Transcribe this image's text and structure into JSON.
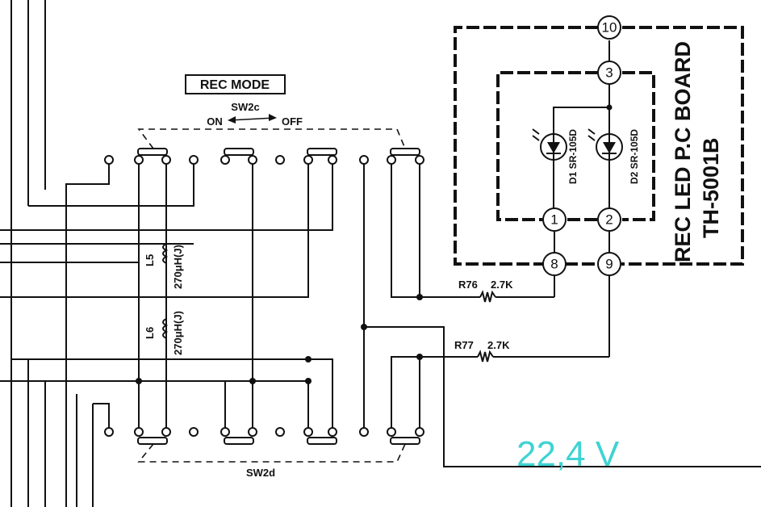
{
  "rec_mode": "REC MODE",
  "sw2c": {
    "name": "SW2c",
    "on": "ON",
    "off": "OFF"
  },
  "sw2d": "SW2d",
  "l5": {
    "ref": "L5",
    "value": "270μH(J)"
  },
  "l6": {
    "ref": "L6",
    "value": "270μH(J)"
  },
  "r76": {
    "ref": "R76",
    "value": "2.7K"
  },
  "r77": {
    "ref": "R77",
    "value": "2.7K"
  },
  "d1": {
    "ref": "D1",
    "part": "SR-105D"
  },
  "d2": {
    "ref": "D2",
    "part": "SR-105D"
  },
  "board": {
    "line1": "REC LED P.C BOARD",
    "line2": "TH-5001B"
  },
  "pins": {
    "p10": "10",
    "p3": "3",
    "p1": "1",
    "p2": "2",
    "p8": "8",
    "p9": "9"
  },
  "annotation": "22,4 V",
  "colors": {
    "ink": "#111111",
    "annotation": "#3fd3d3",
    "paper": "#ffffff"
  }
}
